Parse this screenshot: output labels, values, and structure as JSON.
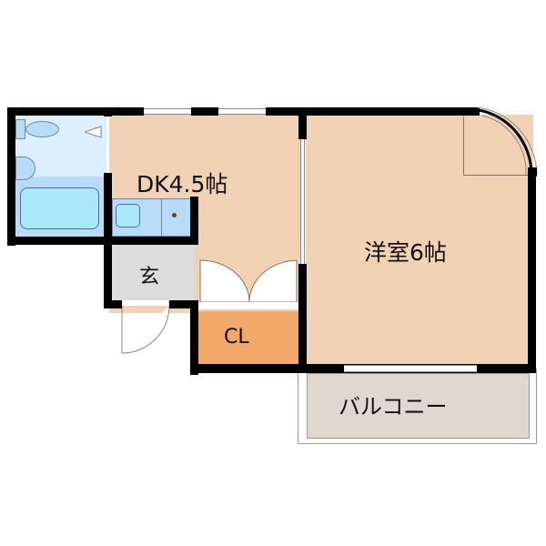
{
  "floorplan": {
    "rooms": [
      {
        "id": "dk",
        "label": "DK4.5帖",
        "color": "#f2d2b4"
      },
      {
        "id": "western-room",
        "label": "洋室6帖",
        "color": "#f2d2b4"
      },
      {
        "id": "entrance",
        "label": "玄",
        "color": "#dcdcdc"
      },
      {
        "id": "closet",
        "label": "CL",
        "color": "#f2a868"
      },
      {
        "id": "balcony",
        "label": "バルコニー",
        "color": "#e0d8d0"
      },
      {
        "id": "bathroom",
        "label": "",
        "color": "#dcefff"
      }
    ],
    "colors": {
      "wall": "#000000",
      "fixture_blue": "#a8e8f8",
      "bath_floor": "#b8dcf8"
    }
  }
}
